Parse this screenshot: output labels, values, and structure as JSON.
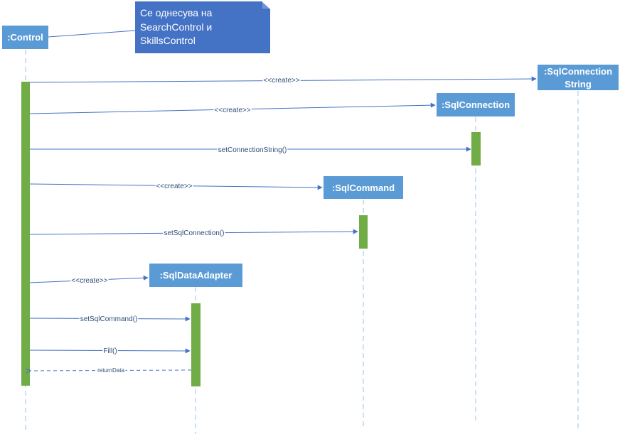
{
  "note": {
    "lines": [
      "Се однесува на",
      "SearchControl и",
      "SkillsControl"
    ]
  },
  "lifelines": [
    {
      "id": "control",
      "label_lines": [
        ":Control"
      ]
    },
    {
      "id": "sqlconnstr",
      "label_lines": [
        ":SqlConnection",
        "String"
      ]
    },
    {
      "id": "sqlconn",
      "label_lines": [
        ":SqlConnection"
      ]
    },
    {
      "id": "sqlcmd",
      "label_lines": [
        ":SqlCommand"
      ]
    },
    {
      "id": "sqlda",
      "label_lines": [
        ":SqlDataAdapter"
      ]
    }
  ],
  "messages": [
    {
      "label": "<<create>>",
      "from": "control",
      "to": "sqlconnstr",
      "kind": "create"
    },
    {
      "label": "<<create>>",
      "from": "control",
      "to": "sqlconn",
      "kind": "create"
    },
    {
      "label": "setConnectionString()",
      "from": "control",
      "to": "sqlconn",
      "kind": "call"
    },
    {
      "label": "<<create>>",
      "from": "control",
      "to": "sqlcmd",
      "kind": "create"
    },
    {
      "label": "setSqlConnection()",
      "from": "control",
      "to": "sqlcmd",
      "kind": "call"
    },
    {
      "label": "<<create>>",
      "from": "control",
      "to": "sqlda",
      "kind": "create"
    },
    {
      "label": "setSqlCommand()",
      "from": "control",
      "to": "sqlda",
      "kind": "call"
    },
    {
      "label": "Fill()",
      "from": "control",
      "to": "sqlda",
      "kind": "call"
    },
    {
      "label": "returnData",
      "from": "sqlda",
      "to": "control",
      "kind": "return"
    }
  ],
  "colors": {
    "box": "#5b9bd5",
    "note": "#4472c4",
    "activation": "#70ad47",
    "line": "#4472c4",
    "lifeline": "#9dc3e6"
  }
}
